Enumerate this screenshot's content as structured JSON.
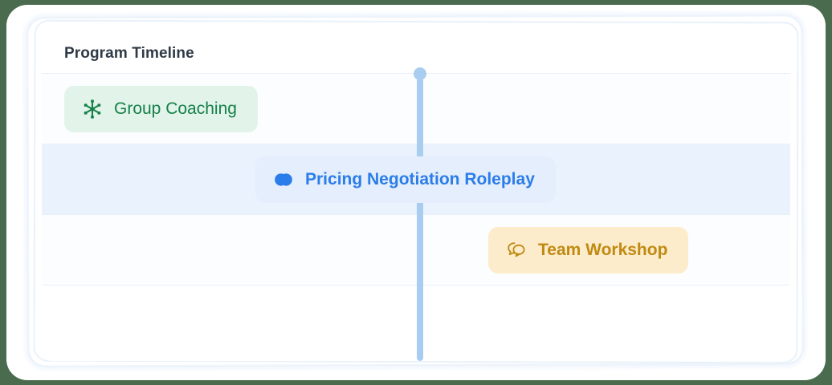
{
  "card": {
    "title": "Program Timeline"
  },
  "timeline": {
    "marker": {
      "name": "current-time-marker",
      "color": "#a8cdf0"
    },
    "rows": [
      {
        "id": "row-group-coaching",
        "style": "plain-faint",
        "event": {
          "label": "Group Coaching",
          "icon": "hub-network-icon",
          "bg": "#e2f3e9",
          "fg": "#158049"
        }
      },
      {
        "id": "row-pricing-negotiation",
        "style": "highlighted",
        "event": {
          "label": "Pricing Negotiation Roleplay",
          "icon": "overlapping-circles-icon",
          "bg": "#e4eefc",
          "fg": "#2b7de9"
        }
      },
      {
        "id": "row-team-workshop",
        "style": "plain-faint",
        "event": {
          "label": "Team Workshop",
          "icon": "chat-bubbles-icon",
          "bg": "#fceccb",
          "fg": "#c08a12"
        }
      },
      {
        "id": "row-empty",
        "style": "plain",
        "event": null
      }
    ]
  },
  "theme": {
    "page_background": "#4a6b4d",
    "card_background": "#ffffff",
    "row_divider": "#e9f0f9",
    "title_color": "#2f3a47"
  }
}
